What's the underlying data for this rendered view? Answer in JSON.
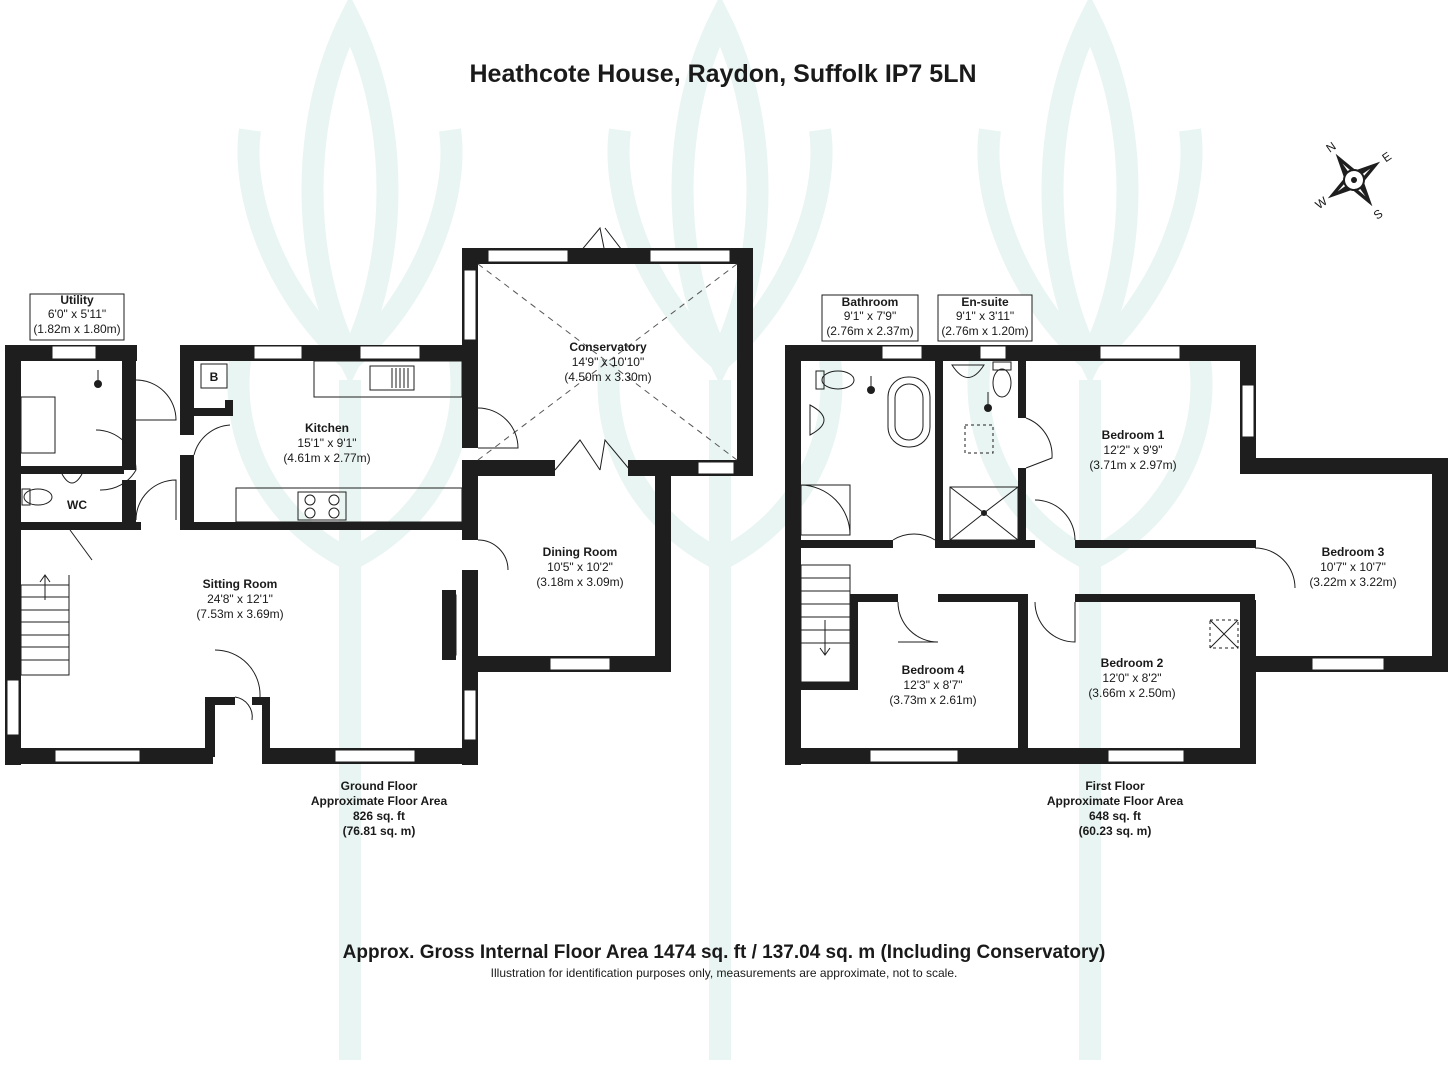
{
  "title": "Heathcote House, Raydon, Suffolk IP7 5LN",
  "compass": {
    "letters": [
      "N",
      "E",
      "S",
      "W"
    ]
  },
  "ground_floor": {
    "label": [
      "Ground Floor",
      "Approximate Floor Area",
      "826 sq. ft",
      "(76.81 sq. m)"
    ],
    "rooms": {
      "utility": {
        "name": "Utility",
        "dim_imperial": "6'0\" x 5'11\"",
        "dim_metric": "(1.82m x 1.80m)"
      },
      "wc": {
        "name": "WC"
      },
      "kitchen": {
        "name": "Kitchen",
        "dim_imperial": "15'1\" x 9'1\"",
        "dim_metric": "(4.61m x 2.77m)"
      },
      "boiler": {
        "name": "B"
      },
      "conservatory": {
        "name": "Conservatory",
        "dim_imperial": "14'9\" x 10'10\"",
        "dim_metric": "(4.50m x 3.30m)"
      },
      "sitting": {
        "name": "Sitting Room",
        "dim_imperial": "24'8\" x 12'1\"",
        "dim_metric": "(7.53m x 3.69m)"
      },
      "dining": {
        "name": "Dining Room",
        "dim_imperial": "10'5\" x 10'2\"",
        "dim_metric": "(3.18m x 3.09m)"
      }
    }
  },
  "first_floor": {
    "label": [
      "First Floor",
      "Approximate Floor Area",
      "648 sq. ft",
      "(60.23 sq. m)"
    ],
    "rooms": {
      "bathroom": {
        "name": "Bathroom",
        "dim_imperial": "9'1\" x 7'9\"",
        "dim_metric": "(2.76m x 2.37m)"
      },
      "ensuite": {
        "name": "En-suite",
        "dim_imperial": "9'1\" x 3'11\"",
        "dim_metric": "(2.76m x 1.20m)"
      },
      "bedroom1": {
        "name": "Bedroom 1",
        "dim_imperial": "12'2\" x 9'9\"",
        "dim_metric": "(3.71m x 2.97m)"
      },
      "bedroom2": {
        "name": "Bedroom 2",
        "dim_imperial": "12'0\" x 8'2\"",
        "dim_metric": "(3.66m x 2.50m)"
      },
      "bedroom3": {
        "name": "Bedroom 3",
        "dim_imperial": "10'7\" x 10'7\"",
        "dim_metric": "(3.22m x 3.22m)"
      },
      "bedroom4": {
        "name": "Bedroom 4",
        "dim_imperial": "12'3\" x 8'7\"",
        "dim_metric": "(3.73m x 2.61m)"
      }
    }
  },
  "gross_area": "Approx. Gross Internal Floor Area 1474 sq. ft / 137.04 sq. m (Including Conservatory)",
  "disclaimer": "Illustration for identification purposes only, measurements are approximate, not to scale.",
  "colors": {
    "wall": "#1e1e1e",
    "watermark": "#e8f5f2",
    "background": "#ffffff"
  }
}
